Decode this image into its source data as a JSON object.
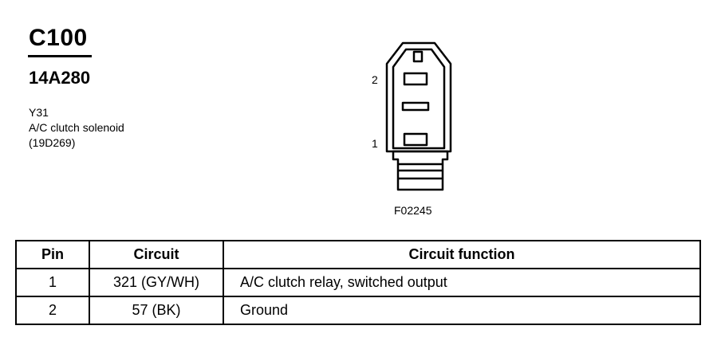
{
  "connector": {
    "id": "C100",
    "part_number": "14A280",
    "location": "Y31",
    "description": "A/C clutch solenoid",
    "component_code": "(19D269)"
  },
  "diagram": {
    "pin_labels": [
      "2",
      "1"
    ],
    "figure_id": "F02245"
  },
  "table": {
    "headers": [
      "Pin",
      "Circuit",
      "Circuit function"
    ],
    "rows": [
      {
        "pin": "1",
        "circuit": "321 (GY/WH)",
        "function": "A/C clutch relay, switched output"
      },
      {
        "pin": "2",
        "circuit": "57 (BK)",
        "function": "Ground"
      }
    ]
  }
}
